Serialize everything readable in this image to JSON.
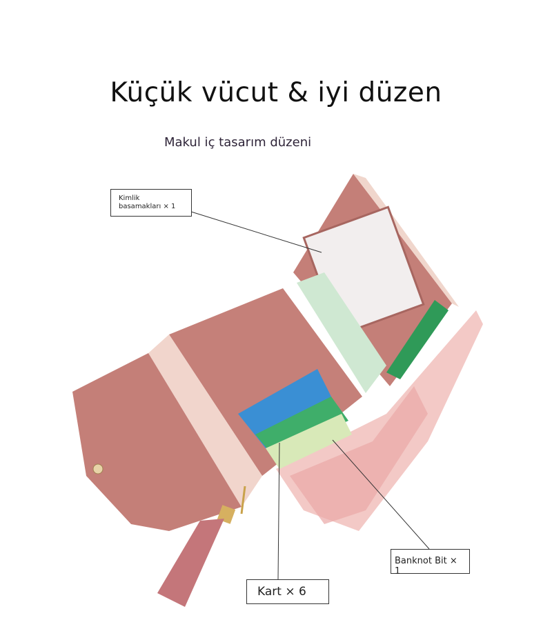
{
  "header": {
    "title": "Küçük vücut & iyi düzen",
    "subtitle": "Makul iç tasarım düzeni"
  },
  "callouts": {
    "id_slot": "Kimlik basamakları × 1",
    "cards": "Kart × 6",
    "banknote": "Banknot Bit × 1"
  },
  "colors": {
    "wallet": "#c47f78",
    "lining": "#f1d5cc",
    "text": "#111111"
  }
}
